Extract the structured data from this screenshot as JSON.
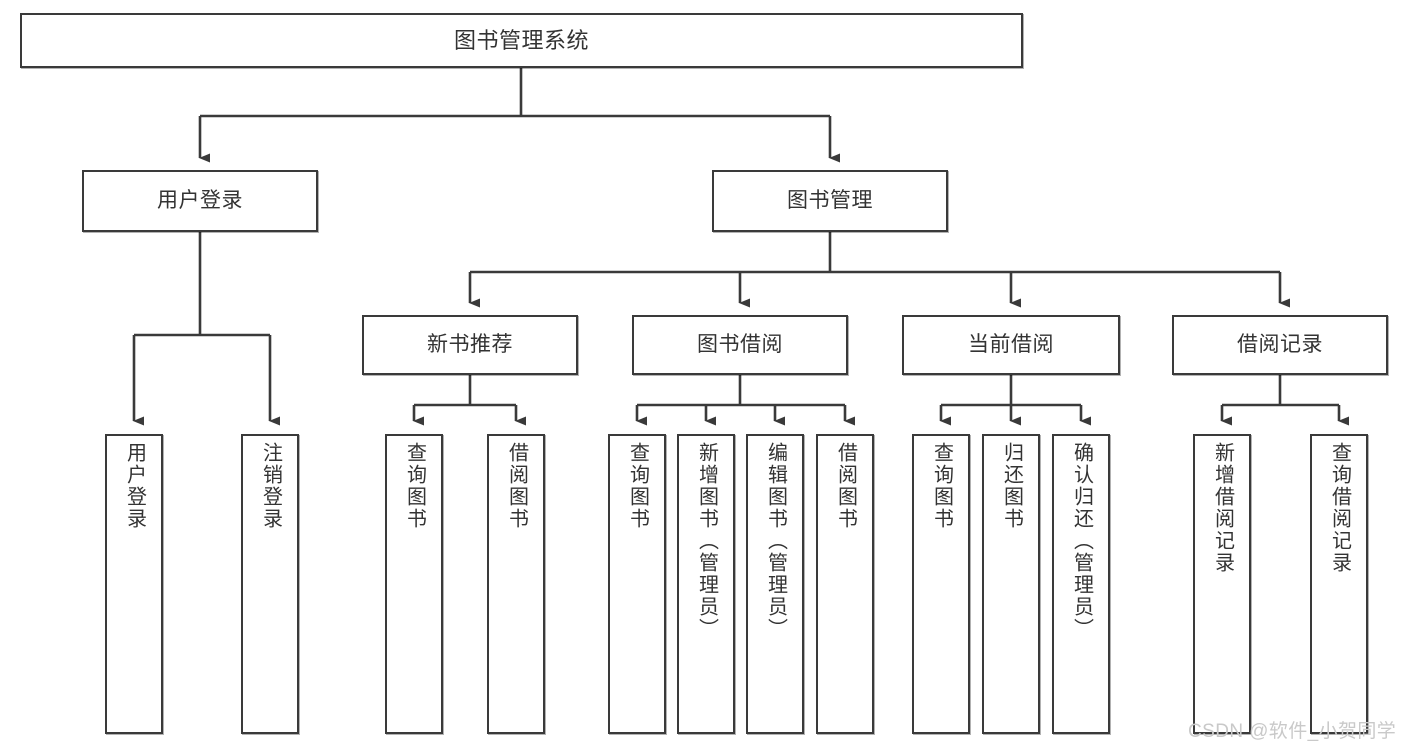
{
  "diagram": {
    "title": "图书管理系统",
    "type": "tree-hierarchy",
    "colors": {
      "border": "#3a3a3a",
      "text": "#333333",
      "background": "#ffffff",
      "edge": "#3a3a3a",
      "watermark": "#c9c9c9"
    },
    "root": {
      "label": "图书管理系统"
    },
    "level2": [
      {
        "label": "用户登录"
      },
      {
        "label": "图书管理"
      }
    ],
    "level3": [
      {
        "label": "新书推荐"
      },
      {
        "label": "图书借阅"
      },
      {
        "label": "当前借阅"
      },
      {
        "label": "借阅记录"
      }
    ],
    "leaves": {
      "user_login": [
        {
          "label": "用户登录"
        },
        {
          "label": "注销登录"
        }
      ],
      "new_book": [
        {
          "label": "查询图书"
        },
        {
          "label": "借阅图书"
        }
      ],
      "book_borrow": [
        {
          "label": "查询图书"
        },
        {
          "label": "新增图书（管理员）"
        },
        {
          "label": "编辑图书（管理员）"
        },
        {
          "label": "借阅图书"
        }
      ],
      "current_borrow": [
        {
          "label": "查询图书"
        },
        {
          "label": "归还图书"
        },
        {
          "label": "确认归还（管理员）"
        }
      ],
      "borrow_record": [
        {
          "label": "新增借阅记录"
        },
        {
          "label": "查询借阅记录"
        }
      ]
    }
  },
  "watermark": {
    "text": "CSDN @软件_小贺同学"
  }
}
